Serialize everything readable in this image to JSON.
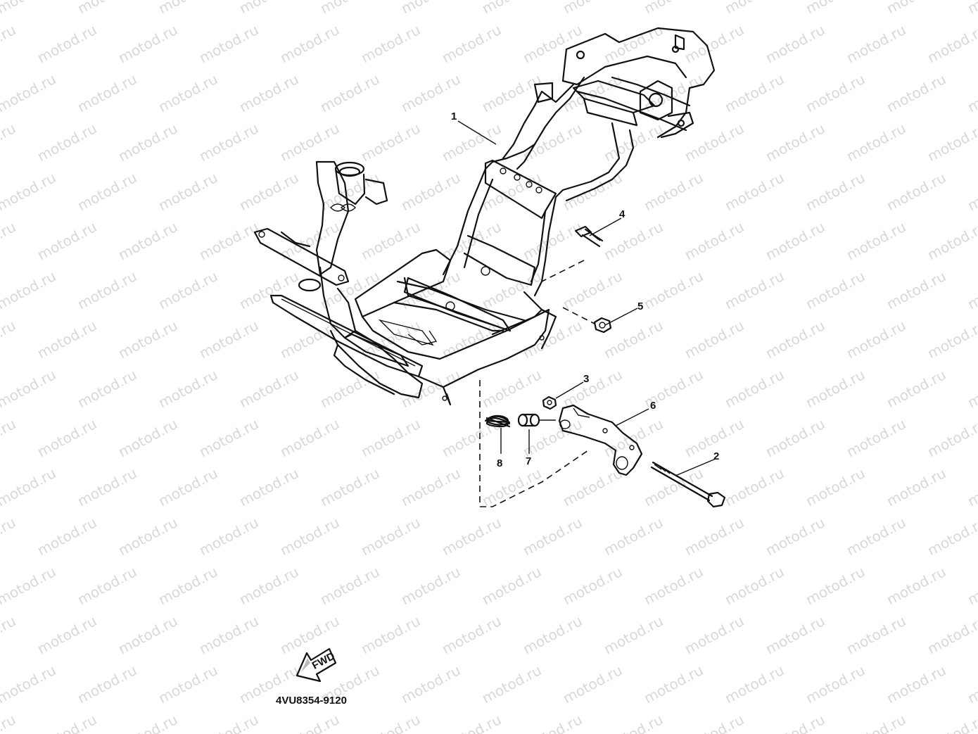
{
  "watermark": {
    "text": "motod.ru"
  },
  "callouts": [
    {
      "id": "1",
      "label": "1"
    },
    {
      "id": "2",
      "label": "2"
    },
    {
      "id": "3",
      "label": "3"
    },
    {
      "id": "4",
      "label": "4"
    },
    {
      "id": "5",
      "label": "5"
    },
    {
      "id": "6",
      "label": "6"
    },
    {
      "id": "7",
      "label": "7"
    },
    {
      "id": "8",
      "label": "8"
    }
  ],
  "fwd_arrow": {
    "label": "FWD"
  },
  "drawing_code": "4VU8354-9120"
}
